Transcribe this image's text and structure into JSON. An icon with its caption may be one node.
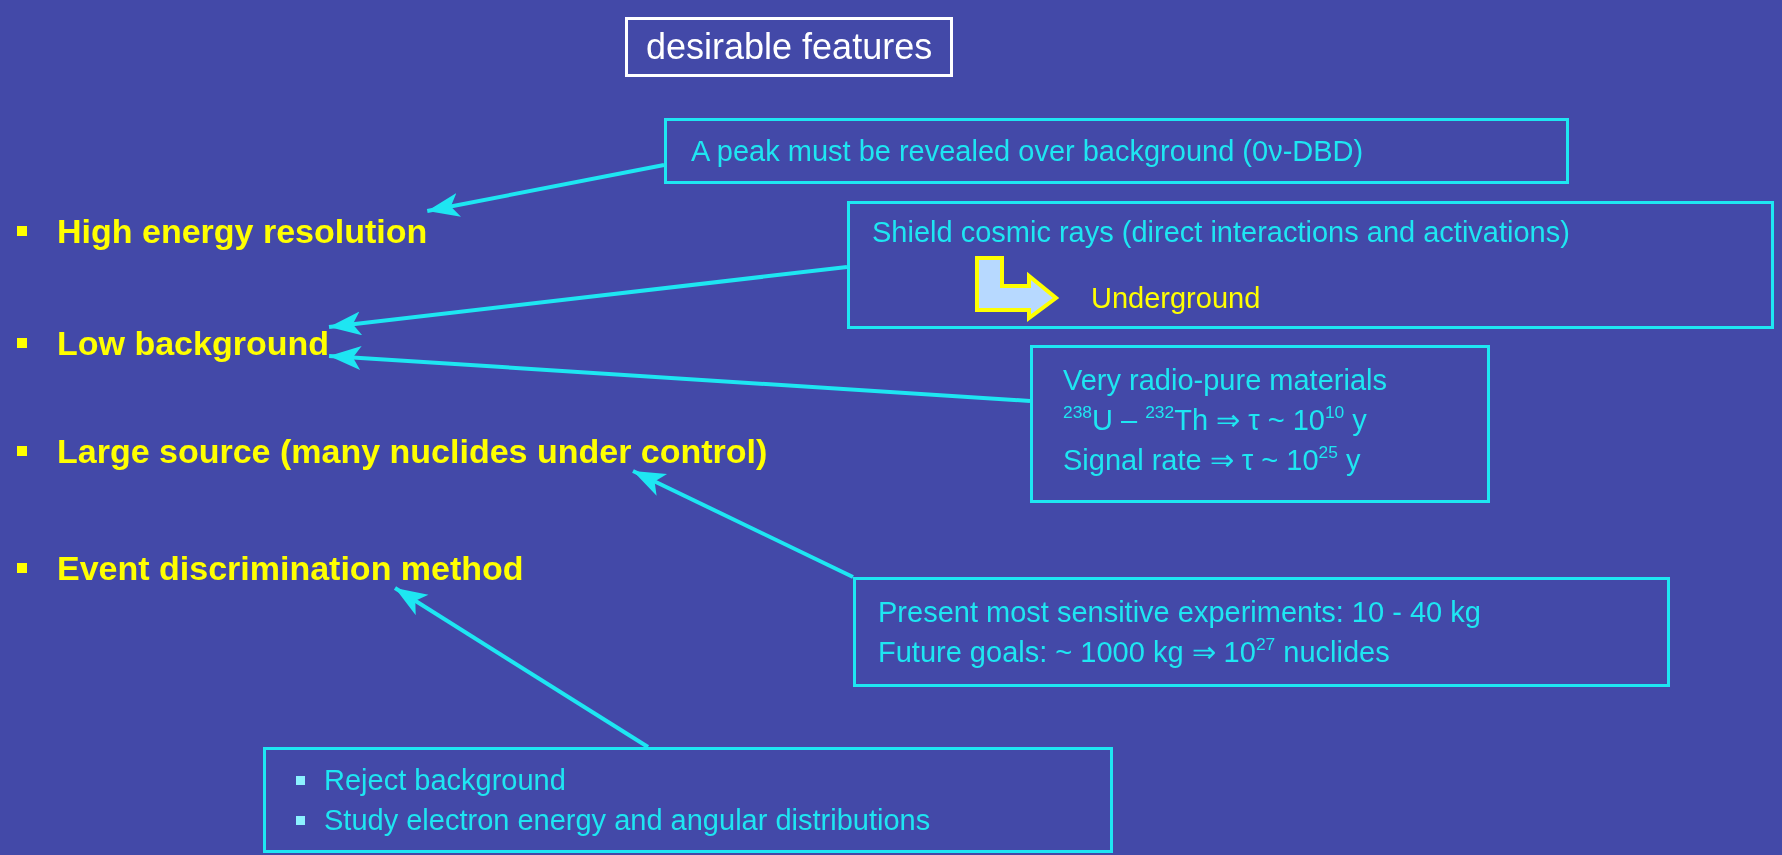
{
  "diagram": {
    "title": "desirable features",
    "nodes": [
      {
        "text": [
          "High energy resolution"
        ]
      },
      {
        "text": [
          "Low background"
        ]
      },
      {
        "text": [
          "Large source (many nuclides under control)"
        ]
      },
      {
        "text": [
          "Event discrimination method"
        ]
      },
      {
        "text": [
          "A peak must be revealed over background (0ν-DBD)"
        ]
      },
      {
        "text": [
          "Shield cosmic rays (direct interactions and activations)",
          "Underground"
        ]
      },
      {
        "text": [
          "Very radio-pure materials",
          "$^{238}$U – $^{232}$Th ⇒ τ ~ 10$^{10}$ y",
          "Signal rate ⇒ τ ~ 10$^{25}$ y"
        ]
      },
      {
        "text": [
          "Present most sensitive experiments: 10 - 40 kg",
          "Future goals: ~ 1000 kg ⇒ 10$^{27}$  nuclides"
        ]
      },
      {
        "text": [
          "Reject background",
          "Study electron energy and angular distributions"
        ]
      }
    ],
    "edges": [
      {
        "from": 4,
        "to": 0,
        "arrow": "to"
      },
      {
        "from": 5,
        "to": 1,
        "arrow": "to"
      },
      {
        "from": 6,
        "to": 1,
        "arrow": "to"
      },
      {
        "from": 7,
        "to": 2,
        "arrow": "to"
      },
      {
        "from": 8,
        "to": 3,
        "arrow": "to"
      }
    ]
  }
}
